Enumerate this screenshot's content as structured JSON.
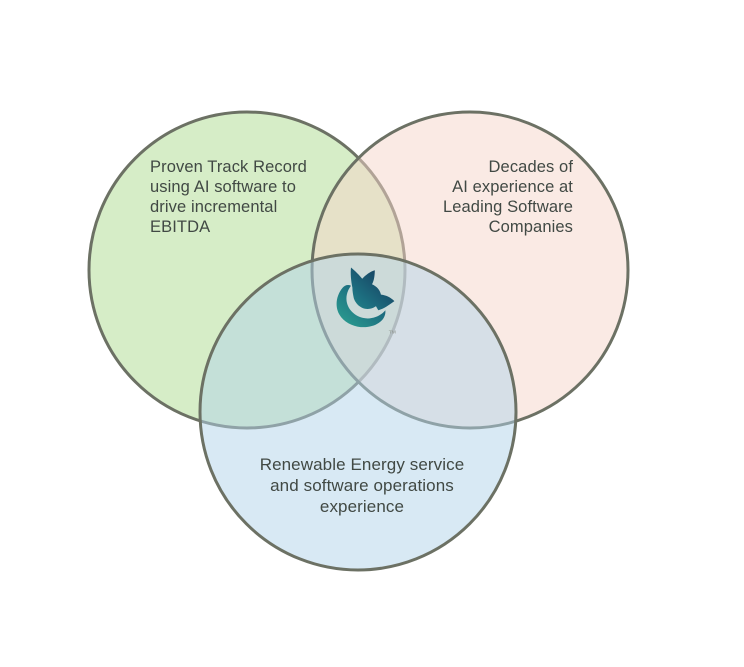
{
  "theme": {
    "bg": "#ffffff",
    "circle-stroke": "#6c7164",
    "text-color": "#414944",
    "logo-teal": "#2ca392",
    "logo-mid": "#1d6f80",
    "logo-navy": "#16395c",
    "tm-color": "#8b9089"
  },
  "venn": {
    "circles": [
      {
        "id": "proven-track-record",
        "fill": "#addc90",
        "text_align": "left",
        "lines": [
          "Proven Track Record",
          "using AI software to",
          "drive incremental",
          "EBITDA"
        ]
      },
      {
        "id": "decades-of-ai-experience",
        "fill": "#f5d5c9",
        "text_align": "right",
        "lines": [
          "Decades of",
          "AI experience at",
          "Leading Software",
          "Companies"
        ]
      },
      {
        "id": "renewable-energy-experience",
        "fill": "#b1d3e9",
        "text_align": "center",
        "lines": [
          "Renewable Energy service",
          "and software operations",
          "experience"
        ]
      }
    ],
    "logo": {
      "name": "fox-logo",
      "trademark": "TM"
    }
  }
}
